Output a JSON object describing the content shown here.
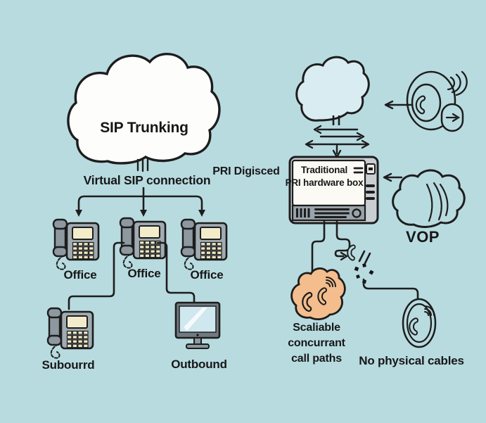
{
  "colors": {
    "background": "#b8dbe0",
    "ink": "#1d1d1d",
    "cloud_white": "#fdfdfc",
    "cloud_light_blue": "#d9ecf2",
    "scalable_cloud_orange": "#f3bd8d",
    "phone_gray": "#a0abb2",
    "handset_gray": "#8d98a0",
    "screen_cream": "#f2ecca",
    "hardware_box_gray": "#c9ced2",
    "hardware_panel_white": "#fbfaf5",
    "hardware_bar_gray": "#99a3ab",
    "monitor_screen_blue": "#cfe7ef"
  },
  "icons": {
    "sip_cloud": "cloud",
    "provider_cloud": "cloud",
    "vop_cloud": "cloud-with-swoosh",
    "office_phone": "desk-phone",
    "outbound_monitor": "desktop-monitor",
    "incoming_call": "handset-with-rings-and-arrow",
    "traffic_arrows": "bidirectional-arrows",
    "scalable_cloud": "orange-cloud-two-handsets",
    "broken_link": "handset-with-slashes-and-dots",
    "no_cables_badge": "circled-handset-with-waves"
  },
  "left_diagram": {
    "cloud_label": "SIP Trunking",
    "connection_label": "Virtual SIP connection",
    "phones": [
      {
        "label": "Office"
      },
      {
        "label": "Office"
      },
      {
        "label": "Office"
      }
    ],
    "sub_phone_label": "Subourrd",
    "monitor_label": "Outbound"
  },
  "center": {
    "pri_label": "PRI Digisced"
  },
  "right_diagram": {
    "hardware_box_line1": "Traditional",
    "hardware_box_line2": "PRI hardware box",
    "vop_label": "VOP",
    "scalable_lines": [
      "Scaliable",
      "concurrant",
      "call paths"
    ],
    "no_cables_label": "No physical cables"
  }
}
